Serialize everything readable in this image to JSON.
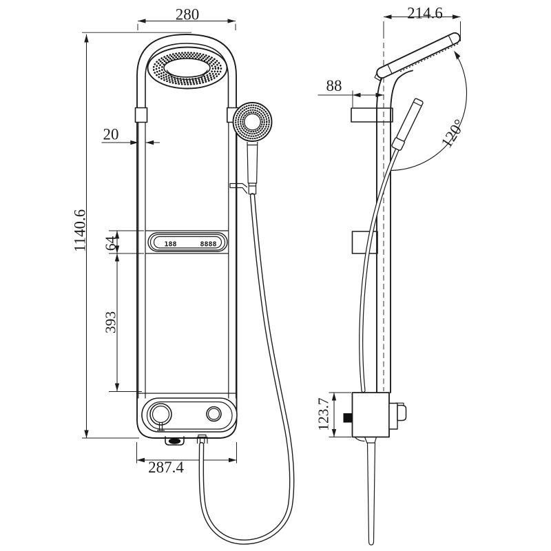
{
  "colors": {
    "ink": "#1c1c1c",
    "background": "#ffffff"
  },
  "front_view": {
    "dim_top_width": "280",
    "dim_rail_width": "20",
    "dim_total_height": "1140.6",
    "dim_display_height": "64",
    "dim_display_to_base": "393",
    "dim_bottom_width": "287.4",
    "display": {
      "left_digits": "188",
      "right_digits": "8888"
    }
  },
  "side_view": {
    "dim_top_depth": "214.6",
    "dim_bracket_offset": "88",
    "dim_swivel_angle": "120°",
    "dim_valve_height": "123.7"
  }
}
